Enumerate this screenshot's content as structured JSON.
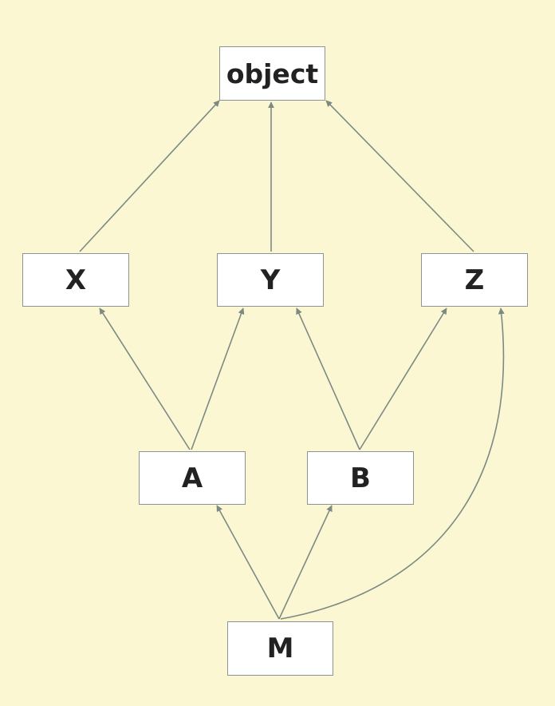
{
  "diagram": {
    "nodes": {
      "object": "object",
      "x": "X",
      "y": "Y",
      "z": "Z",
      "a": "A",
      "b": "B",
      "m": "M"
    },
    "edges": [
      {
        "from": "X",
        "to": "object"
      },
      {
        "from": "Y",
        "to": "object"
      },
      {
        "from": "Z",
        "to": "object"
      },
      {
        "from": "A",
        "to": "X"
      },
      {
        "from": "A",
        "to": "Y"
      },
      {
        "from": "B",
        "to": "Y"
      },
      {
        "from": "B",
        "to": "Z"
      },
      {
        "from": "M",
        "to": "A"
      },
      {
        "from": "M",
        "to": "B"
      },
      {
        "from": "M",
        "to": "Z"
      }
    ],
    "colors": {
      "background": "#fbf7d3",
      "edge": "#7d8a84",
      "node_fill": "#ffffff",
      "node_border": "#8c9494",
      "text": "#222222"
    }
  }
}
